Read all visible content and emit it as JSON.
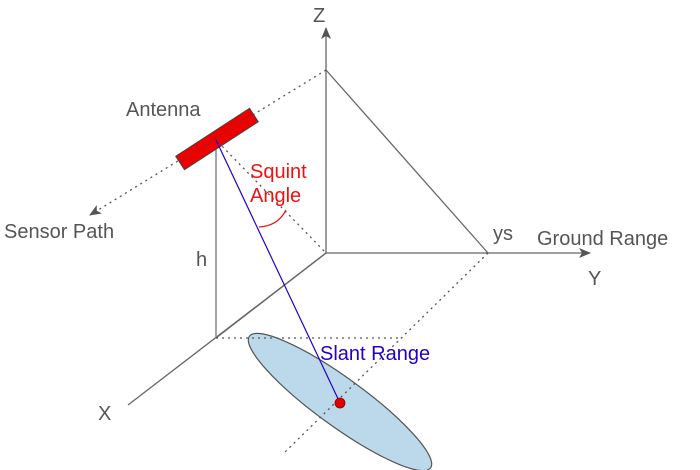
{
  "labels": {
    "z_axis": "Z",
    "y_axis": "Y",
    "x_axis": "X",
    "antenna": "Antenna",
    "sensor_path": "Sensor Path",
    "squint_angle_line1": "Squint",
    "squint_angle_line2": "Angle",
    "ys": "ys",
    "ground_range": "Ground Range",
    "height": "h",
    "slant_range": "Slant Range"
  },
  "colors": {
    "axis": "#555555",
    "antenna": "#ee0000",
    "squint": "#ee1111",
    "slant": "#2200cc",
    "footprint": "#bcd9ec",
    "target": "#dd0000"
  }
}
